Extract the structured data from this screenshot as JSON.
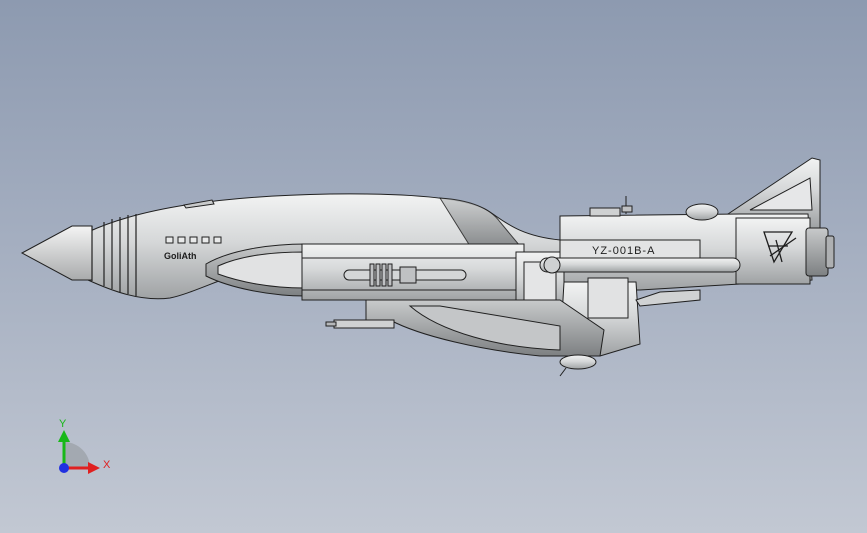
{
  "model": {
    "name_label": "GoliAth",
    "hull_code": "YZ-001B-A"
  },
  "triad": {
    "x_label": "X",
    "y_label": "Y",
    "x_color": "#e02020",
    "y_color": "#18b818",
    "z_color": "#2030e0"
  },
  "colors": {
    "background_top": "#8d9ab0",
    "background_bottom": "#c2c8d3",
    "hull": "#d8dadb",
    "outline": "#202020"
  }
}
